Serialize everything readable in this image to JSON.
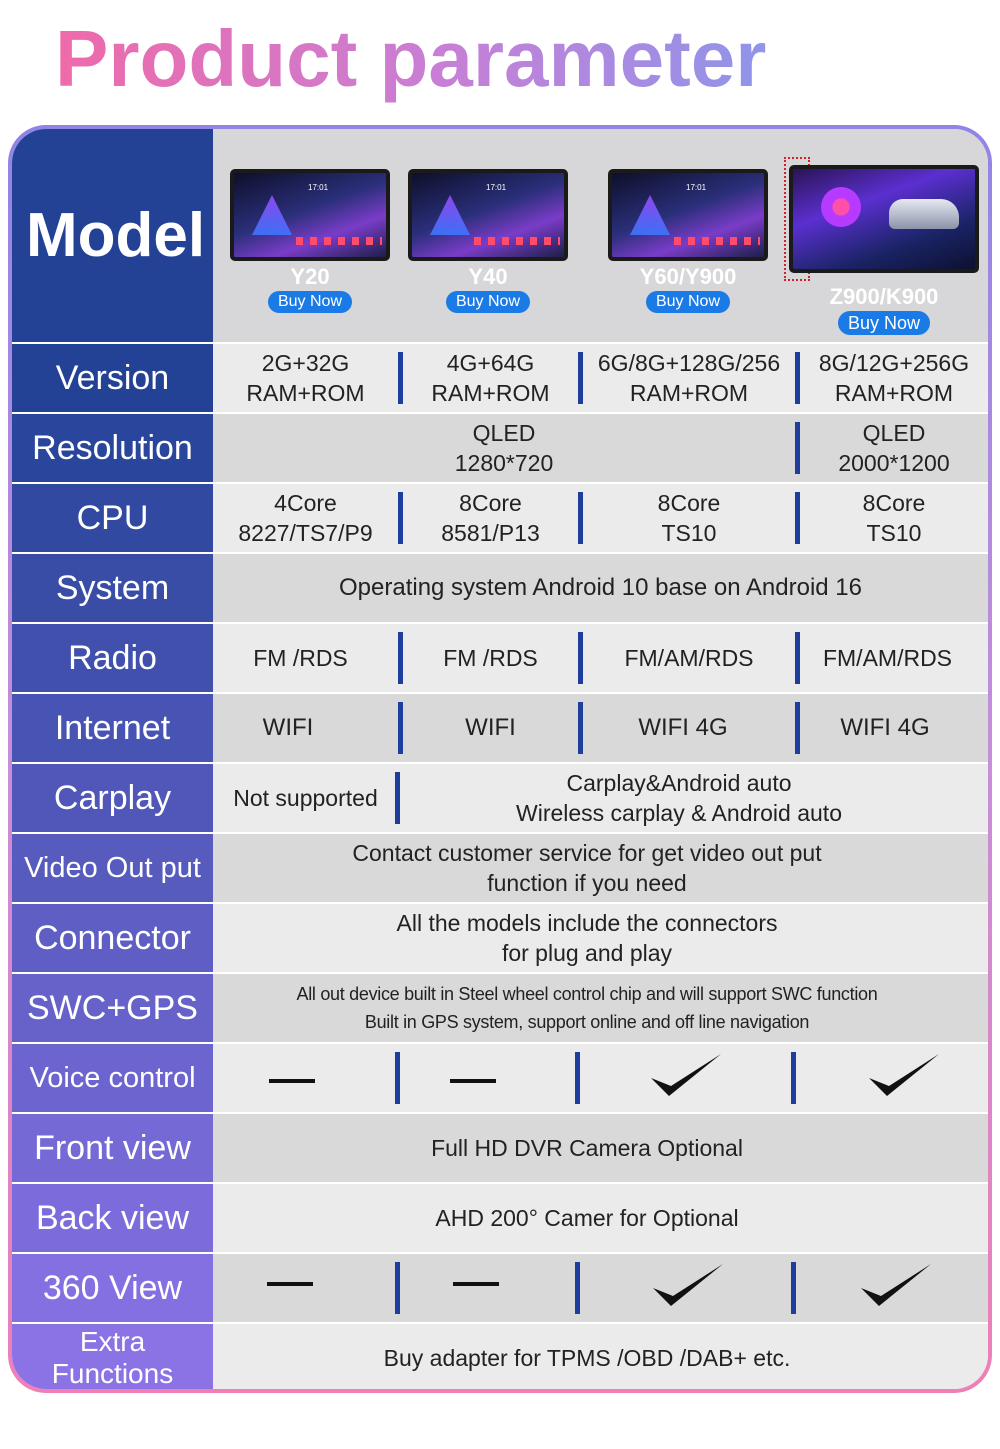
{
  "title": "Product parameter",
  "colors": {
    "label_top": "#234296",
    "label_bottom": "#8b73e6",
    "separator": "#1f3e9c",
    "buy_button": "#1b7be6"
  },
  "header": {
    "model_label": "Model",
    "products": [
      {
        "name": "Y20",
        "buy": "Buy Now"
      },
      {
        "name": "Y40",
        "buy": "Buy Now"
      },
      {
        "name": "Y60/Y900",
        "buy": "Buy Now"
      },
      {
        "name": "Z900/K900",
        "buy": "Buy Now"
      }
    ]
  },
  "rows": {
    "version": {
      "label": "Version",
      "y20": [
        "2G+32G",
        "RAM+ROM"
      ],
      "y40": [
        "4G+64G",
        "RAM+ROM"
      ],
      "y60": [
        "6G/8G+128G/256",
        "RAM+ROM"
      ],
      "z900": [
        "8G/12G+256G",
        "RAM+ROM"
      ]
    },
    "resolution": {
      "label": "Resolution",
      "shared": [
        "QLED",
        "1280*720"
      ],
      "z900": [
        "QLED",
        "2000*1200"
      ]
    },
    "cpu": {
      "label": "CPU",
      "y20": [
        "4Core",
        "8227/TS7/P9"
      ],
      "y40": [
        "8Core",
        "8581/P13"
      ],
      "y60": [
        "8Core",
        "TS10"
      ],
      "z900": [
        "8Core",
        "TS10"
      ]
    },
    "system": {
      "label": "System",
      "value": "Operating system Android 10 base on Android 16"
    },
    "radio": {
      "label": "Radio",
      "y20": "FM /RDS",
      "y40": "FM /RDS",
      "y60": "FM/AM/RDS",
      "z900": "FM/AM/RDS"
    },
    "internet": {
      "label": "Internet",
      "y20": "WIFI",
      "y40": "WIFI",
      "y60": "WIFI 4G",
      "z900": "WIFI 4G"
    },
    "carplay": {
      "label": "Carplay",
      "y20": "Not supported",
      "others": [
        "Carplay&Android auto",
        "Wireless carplay & Android auto"
      ]
    },
    "video_out": {
      "label": "Video Out put",
      "value": [
        "Contact customer service for get video out put",
        "function if you need"
      ]
    },
    "connector": {
      "label": "Connector",
      "value": [
        "All the models include the connectors",
        "for plug and play"
      ]
    },
    "swc_gps": {
      "label": "SWC+GPS",
      "value": [
        "All out device built in Steel wheel control chip and will support SWC function",
        "Built in GPS system, support online and off line navigation"
      ]
    },
    "voice_control": {
      "label": "Voice control",
      "support": [
        false,
        false,
        true,
        true
      ]
    },
    "front_view": {
      "label": "Front view",
      "value": "Full HD DVR Camera Optional"
    },
    "back_view": {
      "label": "Back view",
      "value": "AHD 200° Camer for Optional"
    },
    "view_360": {
      "label": "360 View",
      "support": [
        false,
        false,
        true,
        true
      ]
    },
    "extra": {
      "label": [
        "Extra",
        "Functions"
      ],
      "value": "Buy adapter for TPMS /OBD /DAB+ etc."
    }
  }
}
